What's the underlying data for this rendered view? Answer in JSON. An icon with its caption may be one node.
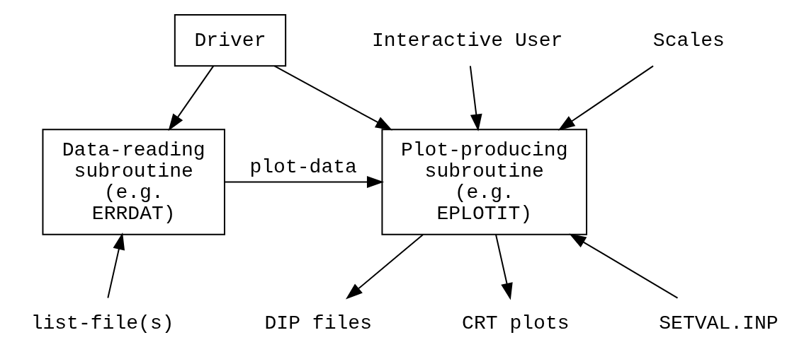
{
  "diagram": {
    "nodes": [
      {
        "text": [
          "Driver"
        ]
      },
      {
        "text": [
          "Interactive User"
        ]
      },
      {
        "text": [
          "Scales"
        ]
      },
      {
        "text": [
          "Data-reading subroutine (e.g. ERRDAT)"
        ]
      },
      {
        "text": [
          "Plot-producing subroutine (e.g. EPLOTIT)"
        ]
      },
      {
        "text": [
          "SETVAL.INP"
        ]
      },
      {
        "text": [
          "list-file(s)"
        ]
      },
      {
        "text": [
          "DIP files"
        ]
      },
      {
        "text": [
          "CRT plots"
        ]
      }
    ],
    "edges": [
      {
        "from": 0,
        "to": 3,
        "arrow": "to"
      },
      {
        "from": 0,
        "to": 4,
        "arrow": "to"
      },
      {
        "from": 1,
        "to": 4,
        "arrow": "to"
      },
      {
        "from": 2,
        "to": 4,
        "arrow": "to"
      },
      {
        "from": 3,
        "to": 4,
        "arrow": "to",
        "label": "plot-data"
      },
      {
        "from": 5,
        "to": 4,
        "arrow": "to"
      },
      {
        "from": 6,
        "to": 3,
        "arrow": "to"
      },
      {
        "from": 4,
        "to": 7,
        "arrow": "to"
      },
      {
        "from": 4,
        "to": 8,
        "arrow": "to"
      }
    ]
  }
}
